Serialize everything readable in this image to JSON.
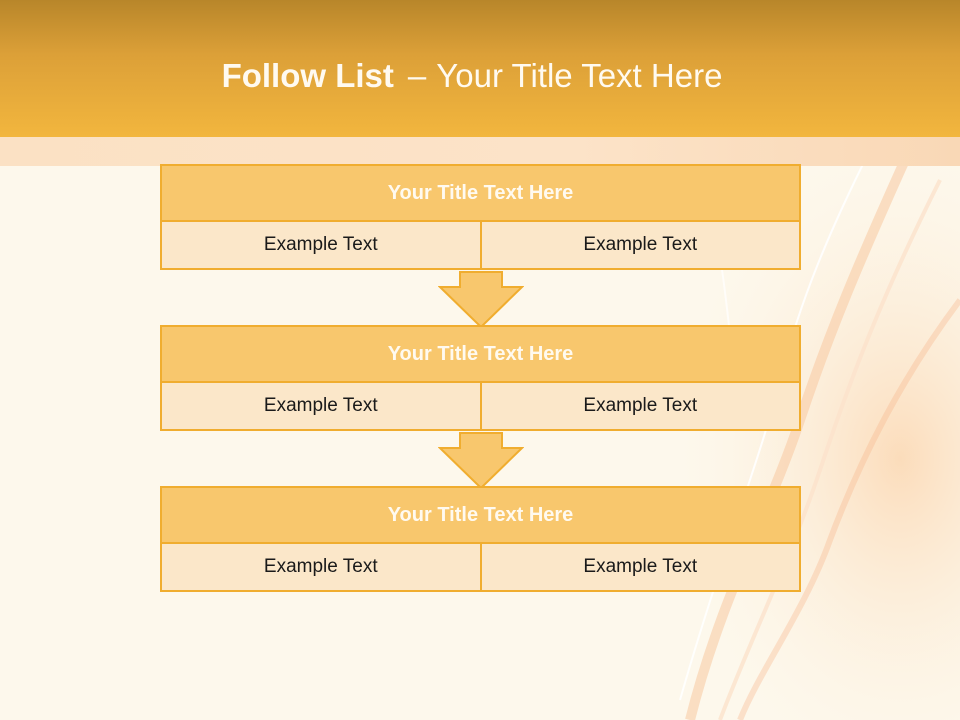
{
  "slide": {
    "title_bold": "Follow List",
    "title_separator": "–",
    "title_rest": "Your Title Text Here"
  },
  "colors": {
    "header_top": "#b8862a",
    "header_bottom": "#f2b63e",
    "block_title_fill": "#f8c76d",
    "block_cell_fill": "#fbe7c9",
    "block_border": "#f0ad2f",
    "arrow_fill": "#f8c76d"
  },
  "steps": [
    {
      "title": "Your Title Text Here",
      "cells": [
        "Example Text",
        "Example Text"
      ]
    },
    {
      "title": "Your Title Text Here",
      "cells": [
        "Example Text",
        "Example Text"
      ]
    },
    {
      "title": "Your Title Text Here",
      "cells": [
        "Example Text",
        "Example Text"
      ]
    }
  ],
  "connectors": [
    "down-arrow",
    "down-arrow"
  ]
}
